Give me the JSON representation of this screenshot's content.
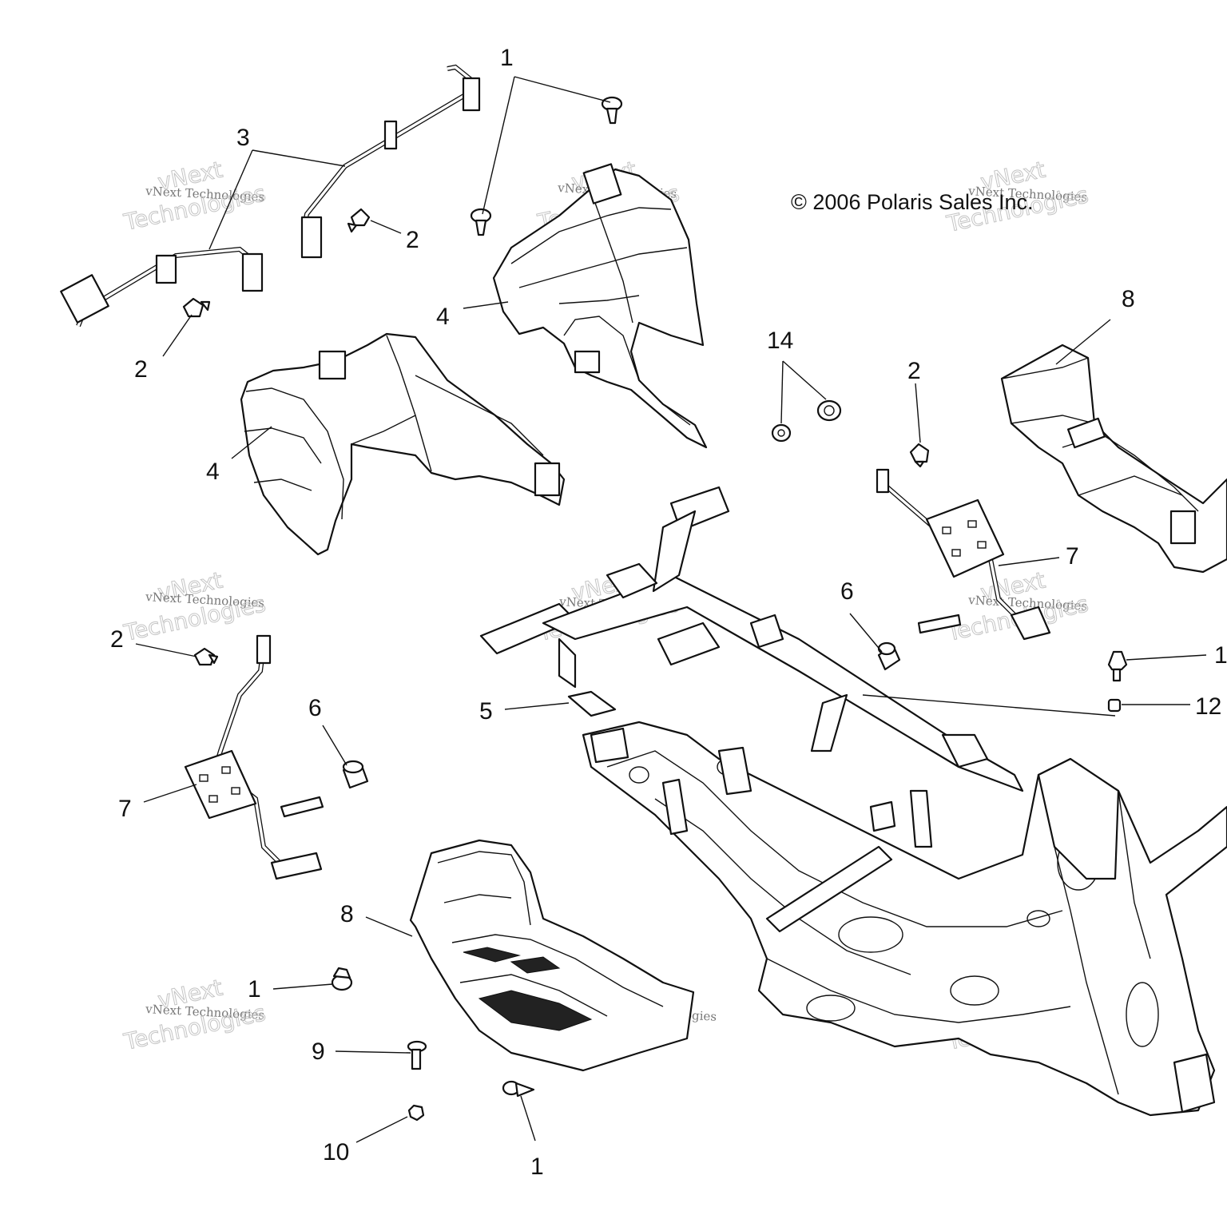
{
  "copyright": "© 2006 Polaris Sales Inc.",
  "watermark": {
    "line1": "vNext",
    "line2": "vNext Technologies",
    "line3": "Technologies"
  },
  "callouts": {
    "c1_top": "1",
    "c3": "3",
    "c2_a": "2",
    "c2_b": "2",
    "c4_a": "4",
    "c4_b": "4",
    "c14": "14",
    "c2_c": "2",
    "c8_a": "8",
    "c7_a": "7",
    "c6_a": "6",
    "c1_right": "1",
    "c12": "12",
    "c5": "5",
    "c2_d": "2",
    "c6_b": "6",
    "c7_b": "7",
    "c8_b": "8",
    "c1_b": "1",
    "c9": "9",
    "c10": "10",
    "c1_bottom": "1"
  }
}
